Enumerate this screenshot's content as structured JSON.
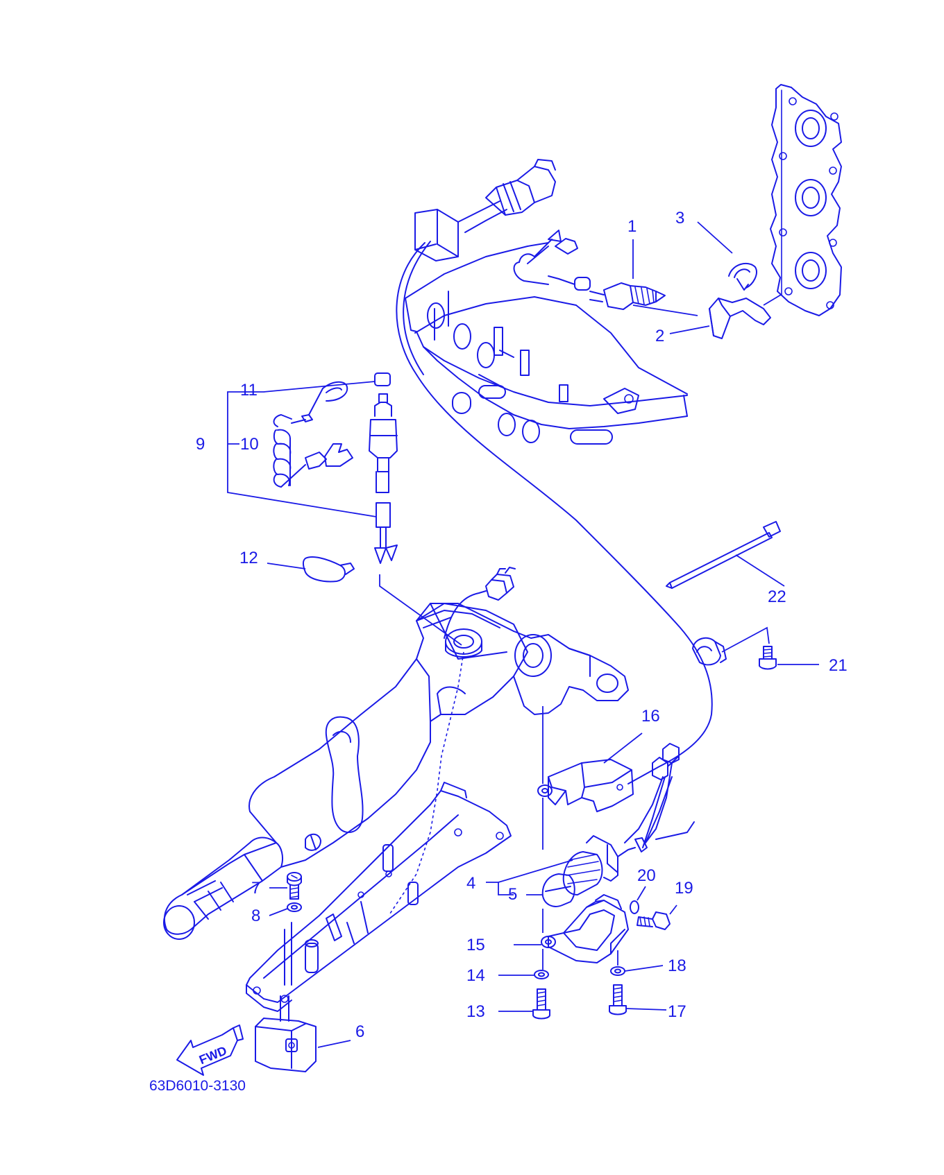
{
  "diagram": {
    "callouts": [
      {
        "id": "c1",
        "text": "1"
      },
      {
        "id": "c2",
        "text": "2"
      },
      {
        "id": "c3",
        "text": "3"
      },
      {
        "id": "c4",
        "text": "4"
      },
      {
        "id": "c5",
        "text": "5"
      },
      {
        "id": "c6",
        "text": "6"
      },
      {
        "id": "c7",
        "text": "7"
      },
      {
        "id": "c8",
        "text": "8"
      },
      {
        "id": "c9",
        "text": "9"
      },
      {
        "id": "c10",
        "text": "10"
      },
      {
        "id": "c11",
        "text": "11"
      },
      {
        "id": "c12",
        "text": "12"
      },
      {
        "id": "c13",
        "text": "13"
      },
      {
        "id": "c14",
        "text": "14"
      },
      {
        "id": "c15",
        "text": "15"
      },
      {
        "id": "c16",
        "text": "16"
      },
      {
        "id": "c17",
        "text": "17"
      },
      {
        "id": "c18",
        "text": "18"
      },
      {
        "id": "c19",
        "text": "19"
      },
      {
        "id": "c20",
        "text": "20"
      },
      {
        "id": "c21",
        "text": "21"
      },
      {
        "id": "c22",
        "text": "22"
      }
    ],
    "direction_label": "FWD",
    "diagram_code": "63D6010-3130",
    "line_color": "#1a1ae6",
    "background_color": "#ffffff"
  }
}
